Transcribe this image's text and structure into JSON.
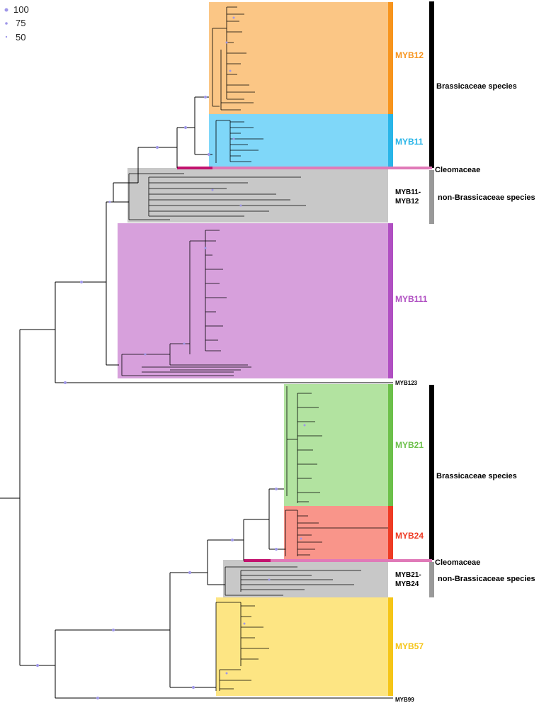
{
  "legend": {
    "title_values": [
      "100",
      "75",
      "50"
    ],
    "dot_color": "#9f97e8"
  },
  "clades": [
    {
      "id": "myb12",
      "label": "MYB12",
      "color": "#f7941d",
      "fill": "#fbc685"
    },
    {
      "id": "myb11",
      "label": "MYB11",
      "color": "#29b5e8",
      "fill": "#7fd7f9"
    },
    {
      "id": "myb11-myb12",
      "label_lines": [
        "MYB11-",
        "MYB12"
      ],
      "color": "#000000",
      "fill": "#c8c8c8"
    },
    {
      "id": "myb111",
      "label": "MYB111",
      "color": "#b04fc2",
      "fill": "#d7a0dc"
    },
    {
      "id": "myb123",
      "label": "MYB123",
      "color": "#000000"
    },
    {
      "id": "myb21",
      "label": "MYB21",
      "color": "#6cc04a",
      "fill": "#b2e3a0"
    },
    {
      "id": "myb24",
      "label": "MYB24",
      "color": "#ee3b24",
      "fill": "#f9958a"
    },
    {
      "id": "myb21-myb24",
      "label_lines": [
        "MYB21-",
        "MYB24"
      ],
      "color": "#000000",
      "fill": "#c8c8c8"
    },
    {
      "id": "myb57",
      "label": "MYB57",
      "color": "#f5c518",
      "fill": "#fde583"
    },
    {
      "id": "myb99",
      "label": "MYB99",
      "color": "#000000"
    }
  ],
  "groups": {
    "brassicaceae": "Brassicaceae species",
    "cleomaceae": "Cleomaceae",
    "non_brassicaceae": "non-Brassicaceae species"
  },
  "colors": {
    "cleome_branch": "#c2126e",
    "cleome_line": "#e07ab8",
    "bar_black": "#000000",
    "bar_grey": "#999999",
    "branch": "#000000"
  }
}
